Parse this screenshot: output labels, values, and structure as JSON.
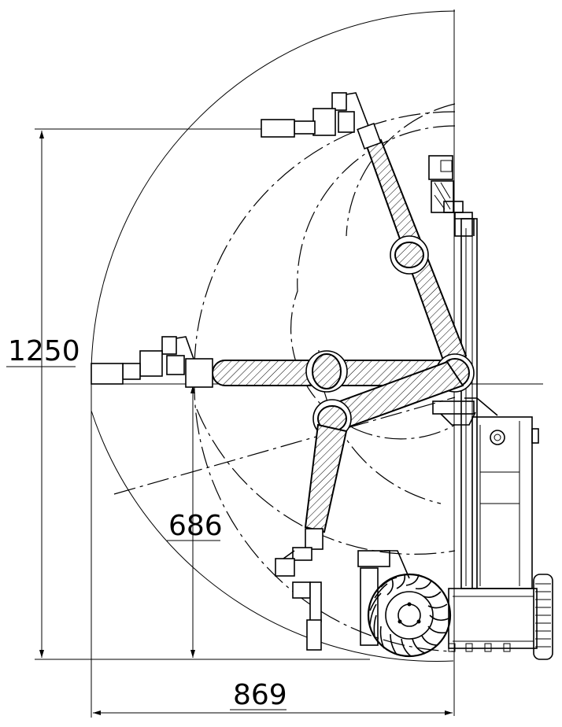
{
  "dimensions": {
    "height_total": "1250",
    "height_base": "686",
    "width_reach": "869"
  }
}
